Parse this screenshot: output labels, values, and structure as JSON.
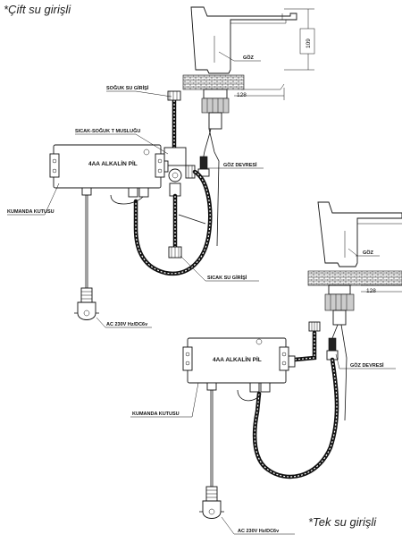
{
  "titles": {
    "top_left": "*Çift su girişli",
    "bottom_right": "*Tek su girişli"
  },
  "diagram1": {
    "cold_inlet": "SOĞUK SU GİRİŞİ",
    "t_valve": "SICAK-SOĞUK T MUSLUĞU",
    "eye": "GÖZ",
    "battery": "4AA ALKALİN PİL",
    "eye_circuit": "GÖZ DEVRESİ",
    "control_box": "KUMANDA KUTUSU",
    "hot_inlet": "SICAK SU GİRİŞİ",
    "power": "AC 230V Hz/DC6v",
    "dim_height": "109",
    "dim_depth": "128"
  },
  "diagram2": {
    "eye": "GÖZ",
    "battery": "4AA ALKALİN PİL",
    "eye_circuit": "GÖZ DEVRESİ",
    "control_box": "KUMANDA KUTUSU",
    "power": "AC 230V Hz/DC6v",
    "dim_depth": "128"
  }
}
